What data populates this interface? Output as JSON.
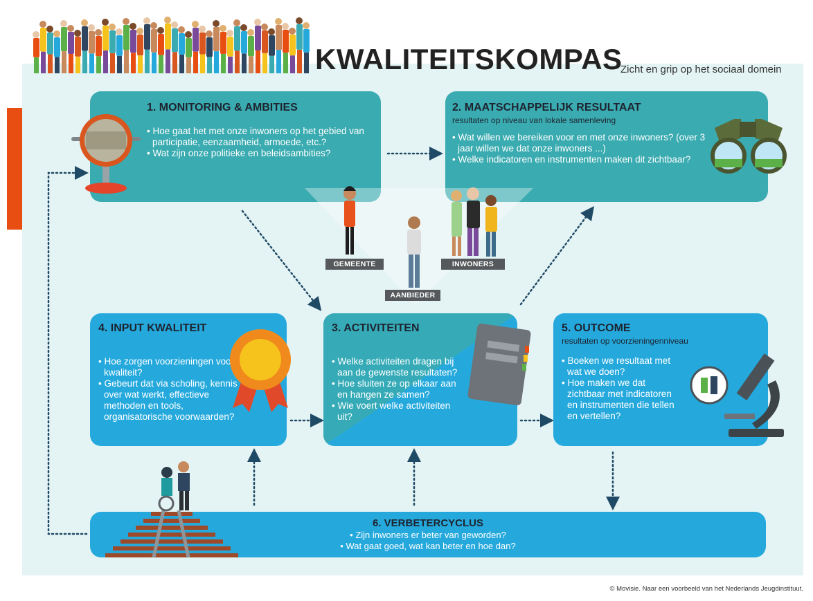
{
  "header": {
    "title": "KWALITEITSKOMPAS",
    "subtitle": "Zicht en grip op het sociaal domein"
  },
  "colors": {
    "teal": "#3aabb0",
    "blue": "#25a9dd",
    "background": "#e4f3f3",
    "accent": "#e84e12",
    "tag": "#55595c"
  },
  "boxes": {
    "monitoring": {
      "title": "1. MONITORING & AMBITIES",
      "items": [
        "Hoe gaat het met onze inwoners op het gebied van participatie, eenzaamheid, armoede, etc.?",
        "Wat zijn onze politieke en beleidsambities?"
      ]
    },
    "resultaat": {
      "title": "2. MAATSCHAPPELIJK RESULTAAT",
      "subtitle": "resultaten op niveau van lokale samenleving",
      "items": [
        "Wat willen we bereiken voor en met onze inwoners? (over 3 jaar willen we dat onze inwoners ...)",
        "Welke indicatoren en instrumenten maken dit zichtbaar?"
      ]
    },
    "activiteiten": {
      "title": "3. ACTIVITEITEN",
      "items": [
        "Welke activiteiten dragen bij aan de gewenste resultaten?",
        "Hoe sluiten ze op elkaar aan en hangen ze samen?",
        "Wie voert welke activiteiten uit?"
      ]
    },
    "input": {
      "title": "4. INPUT KWALITEIT",
      "items": [
        "Hoe zorgen voorzieningen voor kwaliteit?",
        "Gebeurt dat via scholing, kennis over wat werkt, effectieve methoden en tools, organisatorische voorwaarden?"
      ]
    },
    "outcome": {
      "title": "5. OUTCOME",
      "subtitle": "resultaten op voorzieningenniveau",
      "items": [
        "Boeken we resultaat met wat we doen?",
        "Hoe maken we dat zichtbaar met indicatoren en instrumenten die tellen en vertellen?"
      ]
    },
    "verbetercyclus": {
      "title": "6. VERBETERCYCLUS",
      "lines": [
        "• Zijn inwoners er beter van geworden?",
        "• Wat gaat goed, wat kan beter en hoe dan?"
      ]
    }
  },
  "actors": {
    "gemeente": "GEMEENTE",
    "aanbieder": "AANBIEDER",
    "inwoners": "INWONERS"
  },
  "icons": [
    "crowd-illustration",
    "mirror-icon",
    "binoculars-icon",
    "medal-icon",
    "notebook-icon",
    "microscope-icon",
    "railway-icon"
  ],
  "footer": {
    "credit": "© Movisie. Naar een voorbeeld van het Nederlands Jeugdinstituut."
  }
}
